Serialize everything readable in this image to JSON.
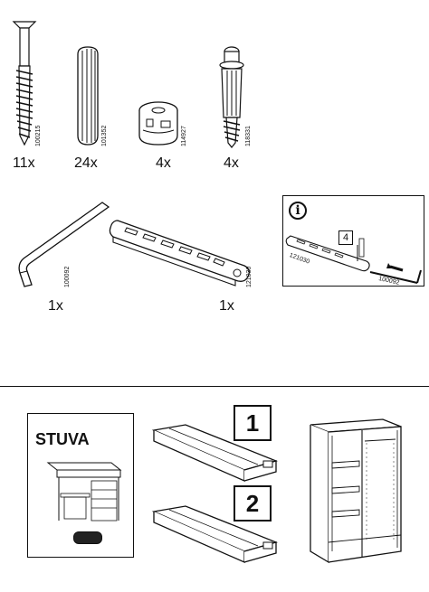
{
  "parts": [
    {
      "code": "100215",
      "qty": "11x"
    },
    {
      "code": "101352",
      "qty": "24x"
    },
    {
      "code": "114927",
      "qty": "4x"
    },
    {
      "code": "118331",
      "qty": "4x"
    },
    {
      "code": "100092",
      "qty": "1x"
    },
    {
      "code": "121030",
      "qty": "1x"
    }
  ],
  "info_panel": {
    "icon": "info-icon",
    "step_number": "4",
    "code_rail": "121030",
    "code_key": "100092"
  },
  "booklet": {
    "title": "STUVA"
  },
  "packages": [
    {
      "number": "1"
    },
    {
      "number": "2"
    }
  ]
}
